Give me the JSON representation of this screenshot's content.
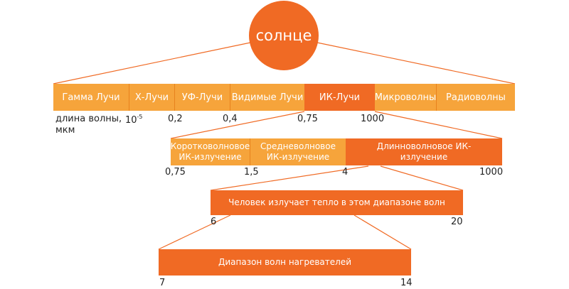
{
  "sun": {
    "label": "солнце"
  },
  "spectrum": {
    "segments": [
      "Гамма Лучи",
      "Х-Лучи",
      "УФ-Лучи",
      "Видимые Лучи",
      "ИК-Лучи",
      "Микроволны",
      "Радиоволны"
    ],
    "axis_label": "длина волны, мкм",
    "tick_base": "10",
    "tick_exp": "-5",
    "ticks": [
      "0,2",
      "0,4",
      "0,75",
      "1000"
    ]
  },
  "ir": {
    "segments": [
      "Коротковолновое ИК-излучение",
      "Средневолновое ИК-излучение",
      "Длинноволновое ИК-излучение"
    ],
    "ticks": [
      "0,75",
      "1,5",
      "4",
      "1000"
    ]
  },
  "human": {
    "label": "Человек излучает тепло в этом диапазоне волн",
    "ticks": [
      "6",
      "20"
    ]
  },
  "heaters": {
    "label": "Диапазон волн нагревателей",
    "ticks": [
      "7",
      "14"
    ]
  },
  "colors": {
    "light": "#f6a43b",
    "dark": "#f06a24"
  }
}
